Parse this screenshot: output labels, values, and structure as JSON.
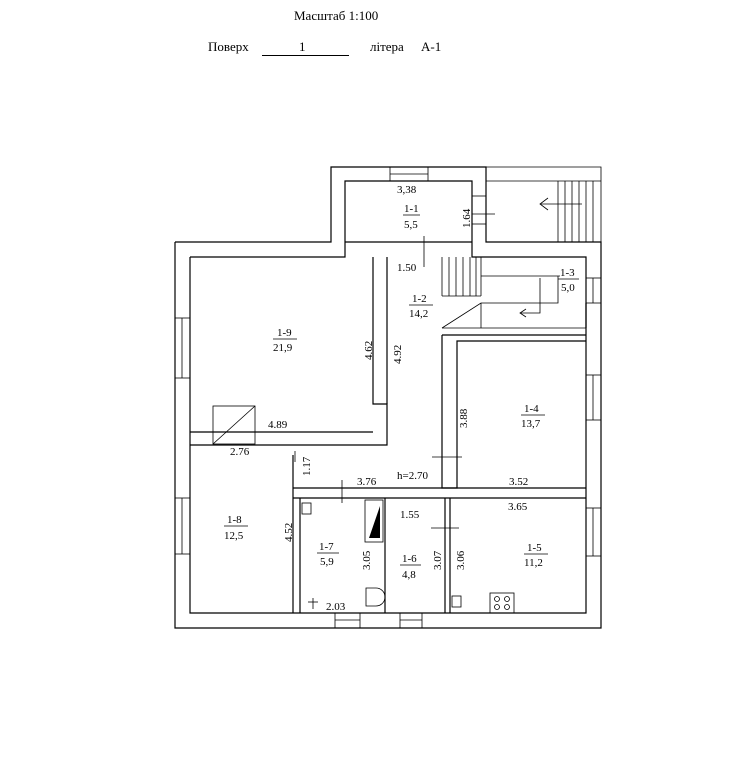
{
  "header": {
    "scale": "Масштаб 1:100",
    "floor_label": "Поверх",
    "floor_value": "1",
    "letter_label": "літера",
    "letter_value": "А-1"
  },
  "rooms": [
    {
      "id": "1-1",
      "area": "5,5"
    },
    {
      "id": "1-2",
      "area": "14,2"
    },
    {
      "id": "1-3",
      "area": "5,0"
    },
    {
      "id": "1-4",
      "area": "13,7"
    },
    {
      "id": "1-5",
      "area": "11,2"
    },
    {
      "id": "1-6",
      "area": "4,8"
    },
    {
      "id": "1-7",
      "area": "5,9"
    },
    {
      "id": "1-8",
      "area": "12,5"
    },
    {
      "id": "1-9",
      "area": "21,9"
    }
  ],
  "dimensions": {
    "d338": "3,38",
    "d164": "1.64",
    "d150": "1.50",
    "d462": "4.62",
    "d492": "4.92",
    "d489": "4.89",
    "d276": "2.76",
    "d388": "3.88",
    "d117": "1.17",
    "d376": "3.76",
    "h270": "h=2.70",
    "d352": "3.52",
    "d365": "3.65",
    "d155": "1.55",
    "d452": "4.52",
    "d305": "3.05",
    "d307": "3.07",
    "d306": "3.06",
    "d203": "2.03"
  }
}
